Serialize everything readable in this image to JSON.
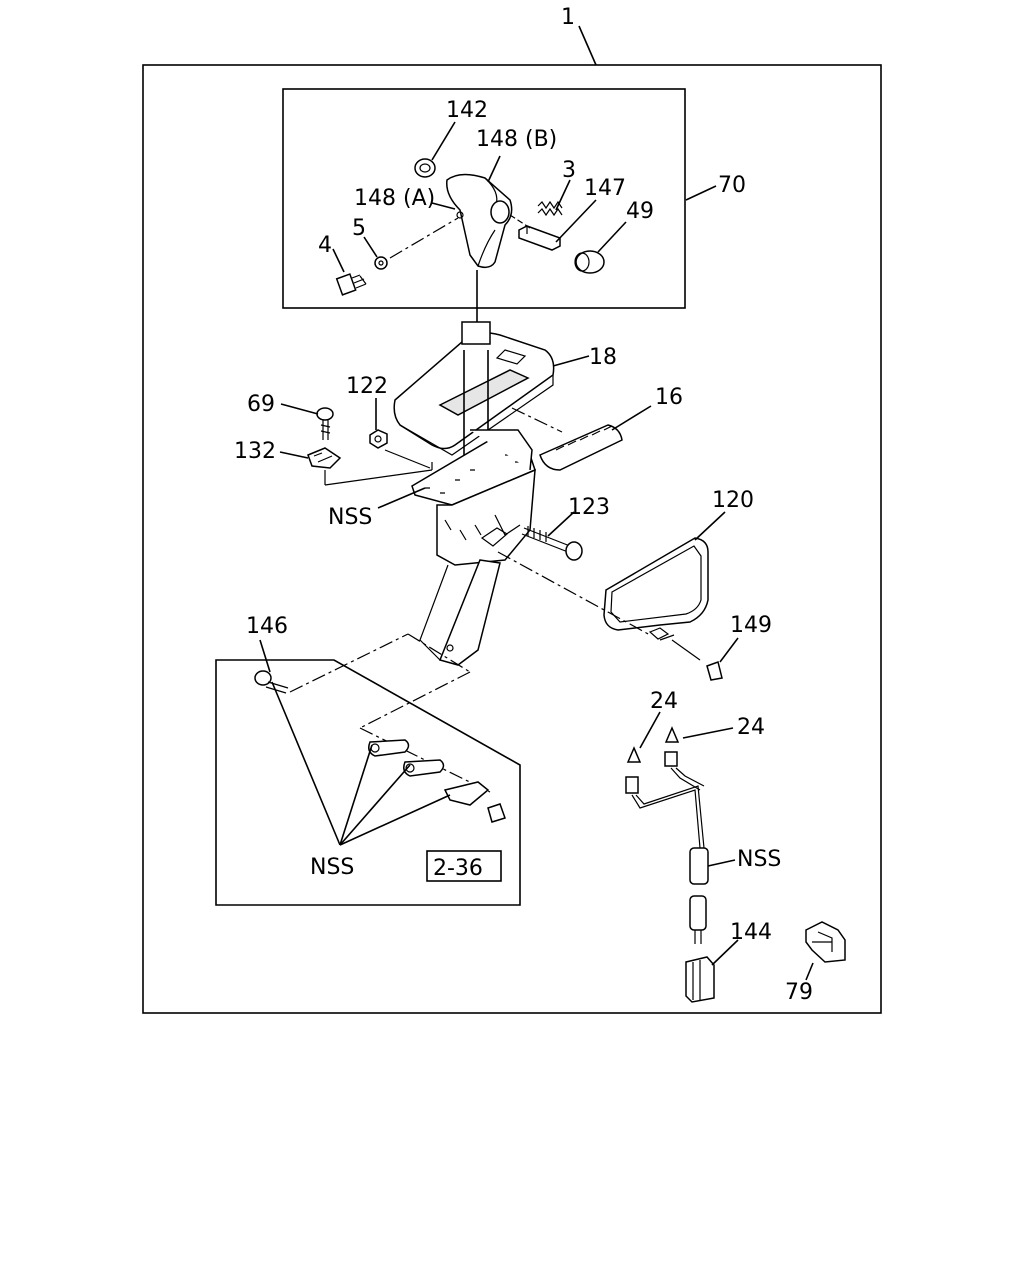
{
  "callouts": {
    "assembly": "1",
    "knob_cap": "142",
    "knob_b": "148 (B)",
    "knob_a": "148 (A)",
    "spring": "3",
    "plate": "147",
    "knob_assembly": "70",
    "button": "49",
    "washer": "5",
    "screw_4": "4",
    "indicator_panel": "18",
    "screw_69": "69",
    "nut_122": "122",
    "cover_16": "16",
    "clip_132": "132",
    "nss_bracket": "NSS",
    "bolt_123": "123",
    "bracket_120": "120",
    "clip_149": "149",
    "bolt_146": "146",
    "bulb_24_left": "24",
    "bulb_24_right": "24",
    "nss_links": "NSS",
    "ref_box": "2-36",
    "nss_harness": "NSS",
    "connector_144": "144",
    "clip_79": "79"
  }
}
